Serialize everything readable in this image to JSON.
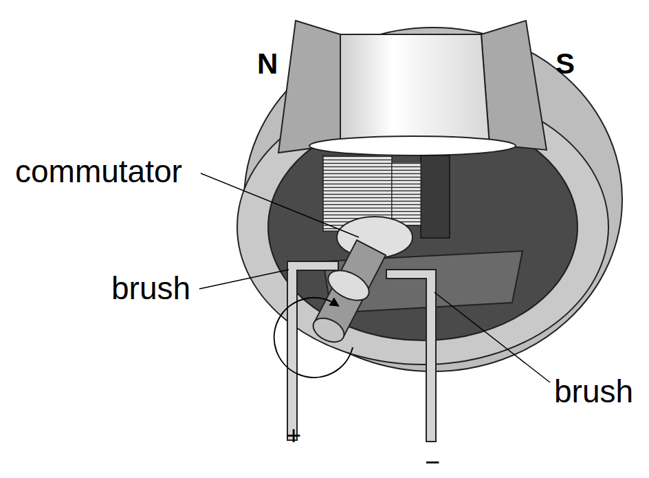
{
  "diagram": {
    "labels": [
      "N",
      "S",
      "commutator",
      "brush",
      "brush",
      "+",
      "−"
    ]
  }
}
